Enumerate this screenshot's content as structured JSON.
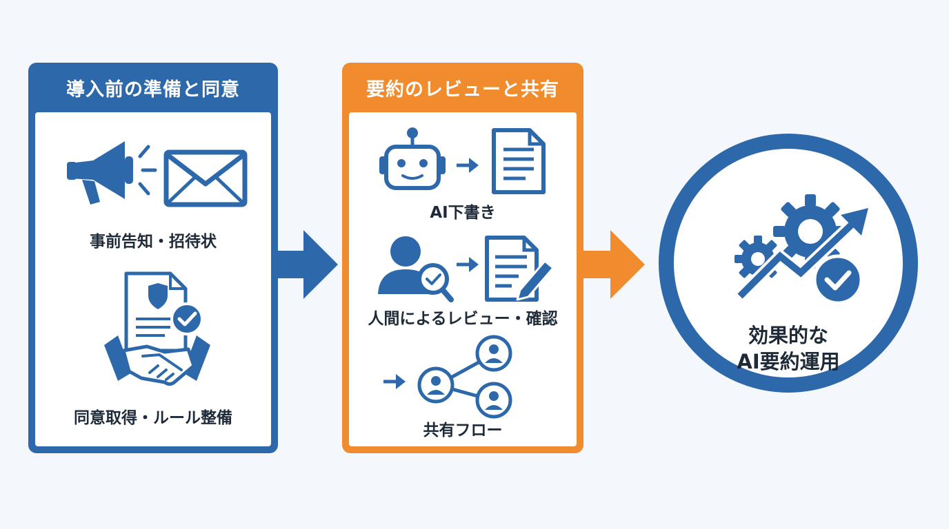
{
  "stage1": {
    "title": "導入前の準備と同意",
    "step1_label": "事前告知・招待状",
    "step2_label": "同意取得・ルール整備"
  },
  "stage2": {
    "title": "要約のレビューと共有",
    "step1_label": "AI下書き",
    "step2_label": "人間によるレビュー・確認",
    "step3_label": "共有フロー"
  },
  "result": {
    "line1": "効果的な",
    "line2": "AI要約運用"
  },
  "colors": {
    "blue": "#2d68aa",
    "orange": "#f08c2e",
    "text": "#1e2a38",
    "background": "#f4f8fc"
  }
}
